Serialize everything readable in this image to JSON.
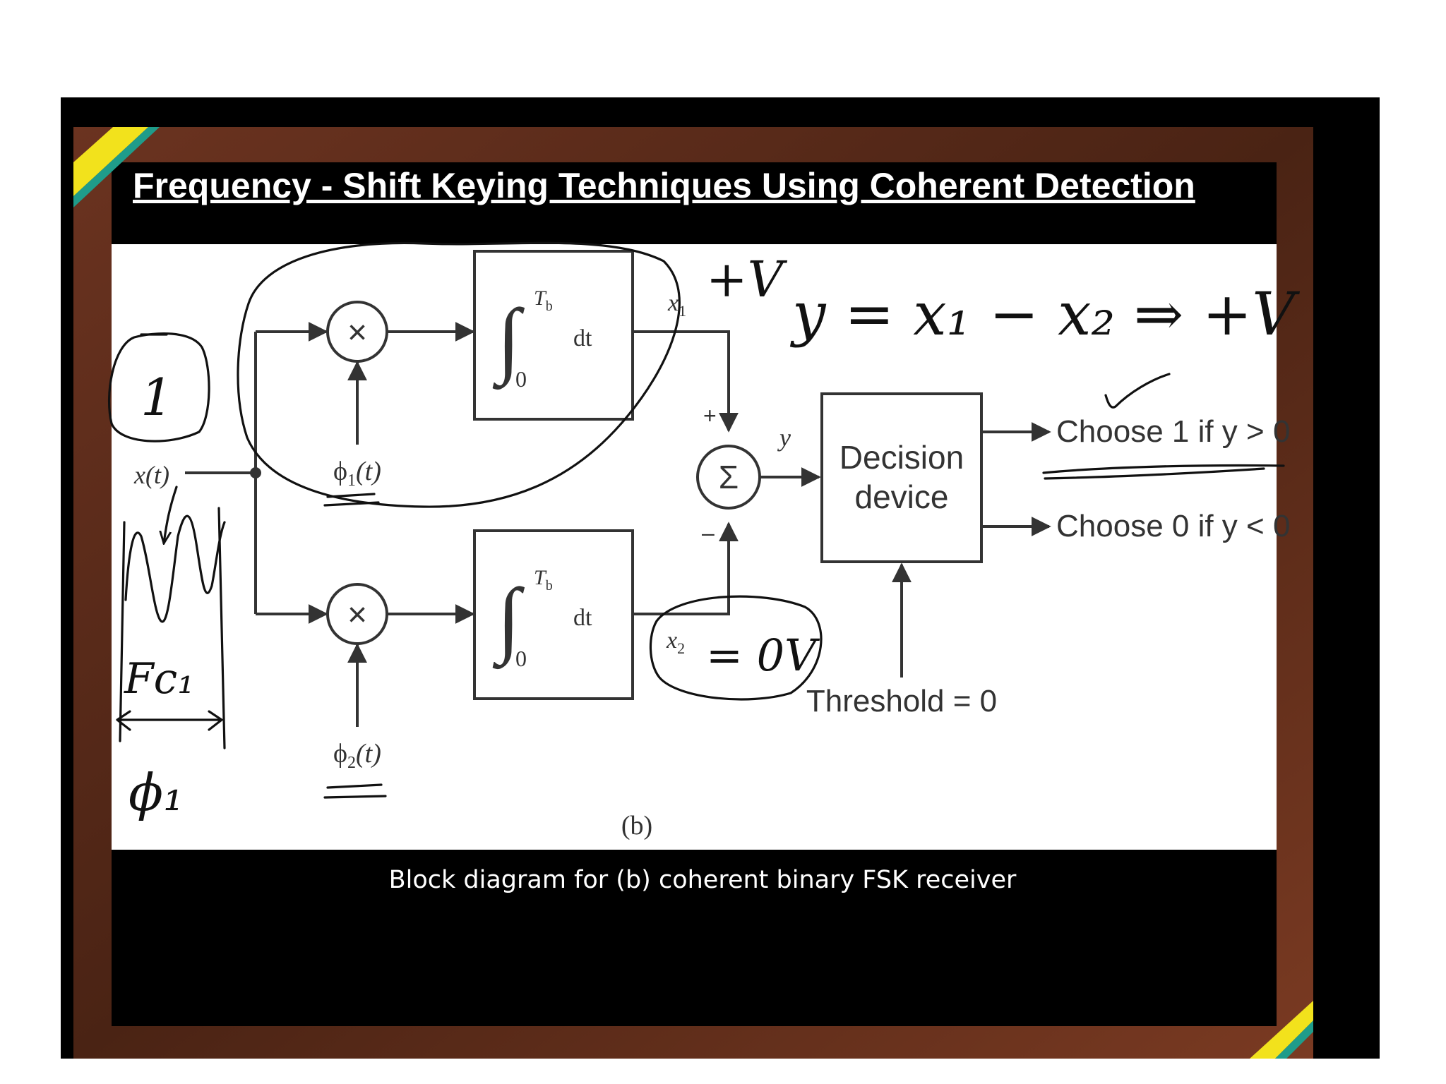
{
  "slide": {
    "title": "Frequency - Shift Keying Techniques Using Coherent Detection",
    "caption": "Block diagram for (b) coherent binary FSK receiver",
    "figure_label": "(b)"
  },
  "diagram": {
    "input_label": "x(t)",
    "multiplier_symbol": "×",
    "sum_symbol": "Σ",
    "integrator_upper_limit": "T",
    "integrator_upper_sub": "b",
    "integrator_lower_limit": "0",
    "integrator_dt": "dt",
    "phi1": "ϕ",
    "phi1_sub": "1",
    "phi2": "ϕ",
    "phi2_sub": "2",
    "t_arg": "(t)",
    "x1_label": "x",
    "x1_sub": "1",
    "x2_label": "x",
    "x2_sub": "2",
    "plus_sign": "+",
    "minus_sign": "–",
    "y_label": "y",
    "decision_line1": "Decision",
    "decision_line2": "device",
    "choose1": "Choose 1 if y > 0",
    "choose0": "Choose 0 if y < 0",
    "threshold": "Threshold = 0"
  },
  "annotations": {
    "equation": "y = x₁ − x₂ ⇒ +V",
    "plus_v": "+V",
    "x2_value": "= 0V",
    "boxed_one": "1",
    "fc1": "Fc₁",
    "phi1_hand": "ϕ₁",
    "check": "✓"
  },
  "colors": {
    "frame_wood": "#5a2a17",
    "panel_black": "#000000",
    "stripe_yellow": "#f2e21c",
    "stripe_teal": "#1f9c8a",
    "diagram_line": "#333333"
  }
}
